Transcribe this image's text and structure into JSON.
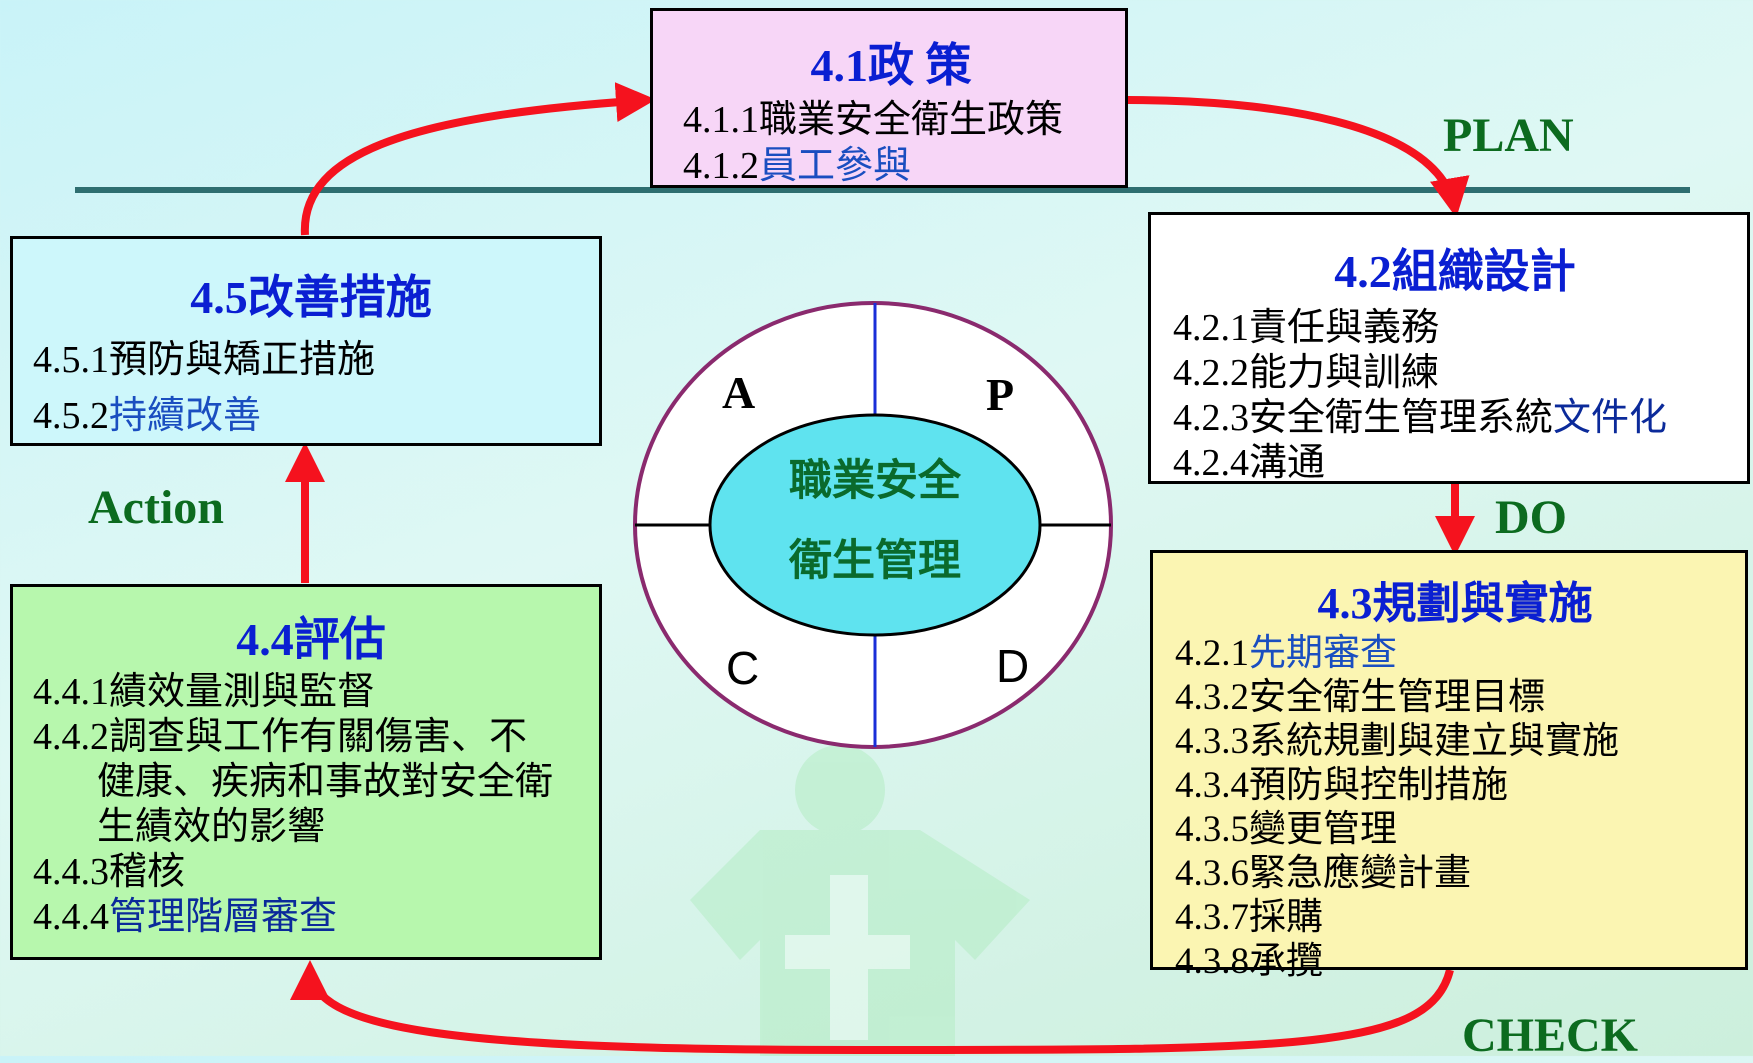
{
  "policy": {
    "title": "4.1政 策",
    "items": [
      {
        "prefix": "4.1.1",
        "text": "職業安全衛生政策"
      },
      {
        "prefix": "4.1.2",
        "text": "員工參與"
      }
    ]
  },
  "organization": {
    "title": "4.2組織設計",
    "items": [
      {
        "prefix": "4.2.1",
        "text": "責任與義務"
      },
      {
        "prefix": "4.2.2",
        "text": "能力與訓練"
      },
      {
        "prefix": "4.2.3",
        "text": "安全衛生管理系統",
        "highlight": "文件化"
      },
      {
        "prefix": "4.2.4",
        "text": "溝通"
      }
    ]
  },
  "planning": {
    "title": "4.3規劃與實施",
    "items": [
      {
        "prefix": "4.2.1",
        "text": "先期審查"
      },
      {
        "prefix": "4.3.2",
        "text": "安全衛生管理目標"
      },
      {
        "prefix": "4.3.3",
        "text": "系統規劃與建立與實施"
      },
      {
        "prefix": "4.3.4",
        "text": "預防與控制措施"
      },
      {
        "prefix": "4.3.5",
        "text": "變更管理"
      },
      {
        "prefix": "4.3.6",
        "text": "緊急應變計畫"
      },
      {
        "prefix": "4.3.7",
        "text": "採購"
      },
      {
        "prefix": "4.3.8",
        "text": "承攬"
      }
    ]
  },
  "evaluation": {
    "title": "4.4評估",
    "items": [
      {
        "prefix": "4.4.1",
        "text": "績效量測與監督"
      },
      {
        "prefix": "4.4.2",
        "text": "調查與工作有關傷害、不"
      },
      {
        "prefix": "",
        "text": "健康、疾病和事故對安全衛"
      },
      {
        "prefix": "",
        "text": "生績效的影響"
      },
      {
        "prefix": "4.4.3",
        "text": "稽核"
      },
      {
        "prefix": "4.4.4",
        "text": "管理階層審查"
      }
    ]
  },
  "improvement": {
    "title": "4.5改善措施",
    "items": [
      {
        "prefix": "4.5.1",
        "text": "預防與矯正措施"
      },
      {
        "prefix": "4.5.2",
        "text": "持續改善"
      }
    ]
  },
  "phases": {
    "plan": "PLAN",
    "do": "DO",
    "check": "CHECK",
    "action": "Action"
  },
  "cycle": {
    "center_line1": "職業安全",
    "center_line2": "衛生管理",
    "quadrant_a": "A",
    "quadrant_p": "P",
    "quadrant_c": "C",
    "quadrant_d": "D"
  },
  "colors": {
    "arrow": "#f5121e",
    "policy_bg": "#f7d6f7",
    "organization_bg": "#ffffff",
    "planning_bg": "#fbf5b2",
    "evaluation_bg": "#b7f7ad",
    "improvement_bg": "#cdf7fb",
    "center_fill": "#5fe3ef",
    "ring": "#8a2a6e",
    "title_blue": "#0a1fd2",
    "phase_green": "#0c6b1f"
  }
}
